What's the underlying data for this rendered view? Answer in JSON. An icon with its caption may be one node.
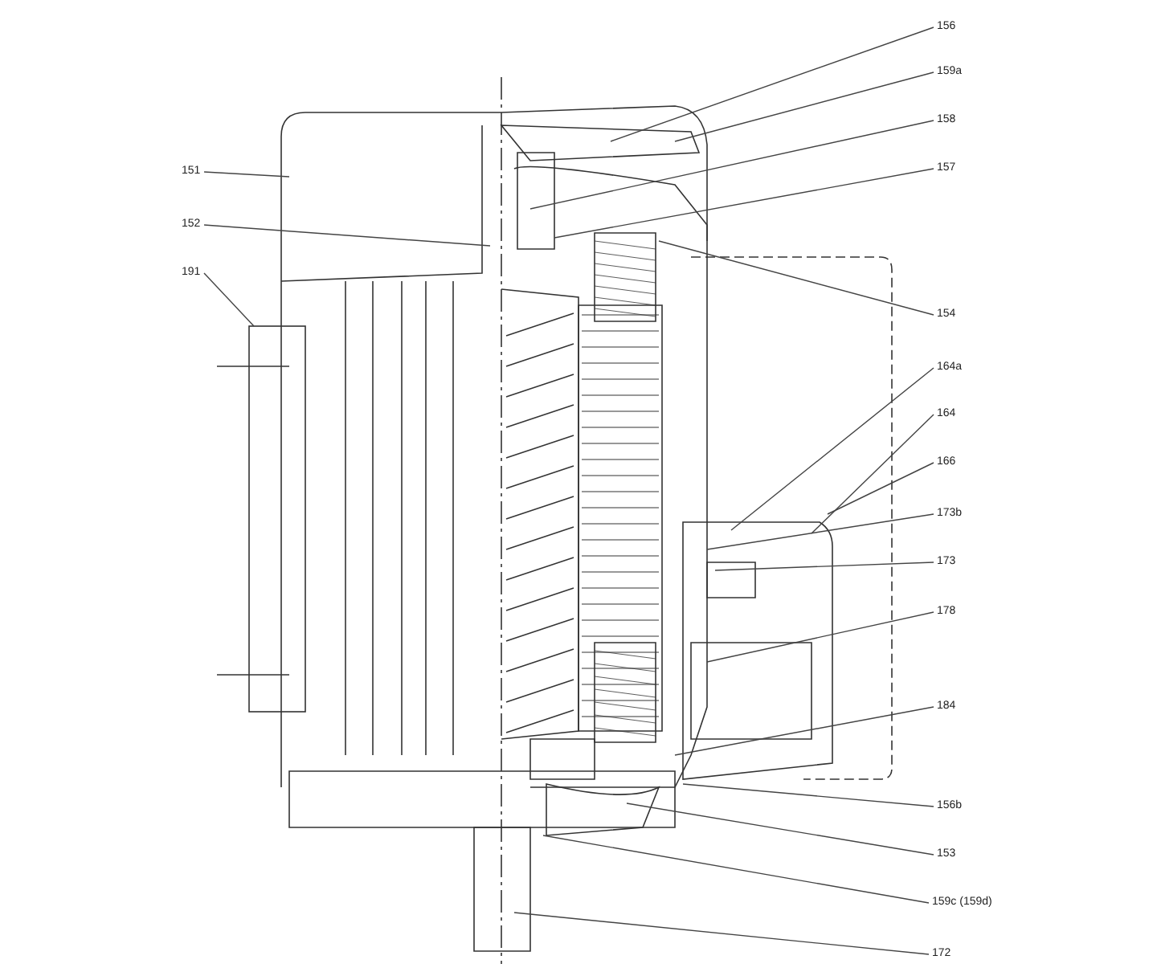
{
  "diagram": {
    "nodes": [
      {
        "text": [
          "156"
        ]
      },
      {
        "text": [
          "159a"
        ]
      },
      {
        "text": [
          "158"
        ]
      },
      {
        "text": [
          "157"
        ]
      },
      {
        "text": [
          "151"
        ]
      },
      {
        "text": [
          "152"
        ]
      },
      {
        "text": [
          "154"
        ]
      },
      {
        "text": [
          "191"
        ]
      },
      {
        "text": [
          "164a"
        ]
      },
      {
        "text": [
          "164"
        ]
      },
      {
        "text": [
          "166"
        ]
      },
      {
        "text": [
          "173b"
        ]
      },
      {
        "text": [
          "173"
        ]
      },
      {
        "text": [
          "178"
        ]
      },
      {
        "text": [
          "184"
        ]
      },
      {
        "text": [
          "156b"
        ]
      },
      {
        "text": [
          "153"
        ]
      },
      {
        "text": [
          "159c (159d)"
        ]
      },
      {
        "text": [
          "172"
        ]
      }
    ],
    "edges": [
      {
        "from": 0,
        "to": null,
        "arrow": "none"
      },
      {
        "from": 1,
        "to": null,
        "arrow": "none"
      },
      {
        "from": 2,
        "to": null,
        "arrow": "none"
      },
      {
        "from": 3,
        "to": null,
        "arrow": "none"
      },
      {
        "from": 4,
        "to": null,
        "arrow": "none"
      },
      {
        "from": 5,
        "to": null,
        "arrow": "none"
      },
      {
        "from": 6,
        "to": null,
        "arrow": "none"
      },
      {
        "from": 7,
        "to": null,
        "arrow": "none"
      },
      {
        "from": 8,
        "to": null,
        "arrow": "none"
      },
      {
        "from": 9,
        "to": null,
        "arrow": "none"
      },
      {
        "from": 10,
        "to": null,
        "arrow": "none"
      },
      {
        "from": 11,
        "to": null,
        "arrow": "none"
      },
      {
        "from": 12,
        "to": null,
        "arrow": "none"
      },
      {
        "from": 13,
        "to": null,
        "arrow": "none"
      },
      {
        "from": 14,
        "to": null,
        "arrow": "none"
      },
      {
        "from": 15,
        "to": null,
        "arrow": "none"
      },
      {
        "from": 16,
        "to": null,
        "arrow": "none"
      },
      {
        "from": 17,
        "to": null,
        "arrow": "none"
      },
      {
        "from": 18,
        "to": null,
        "arrow": "none"
      }
    ]
  }
}
